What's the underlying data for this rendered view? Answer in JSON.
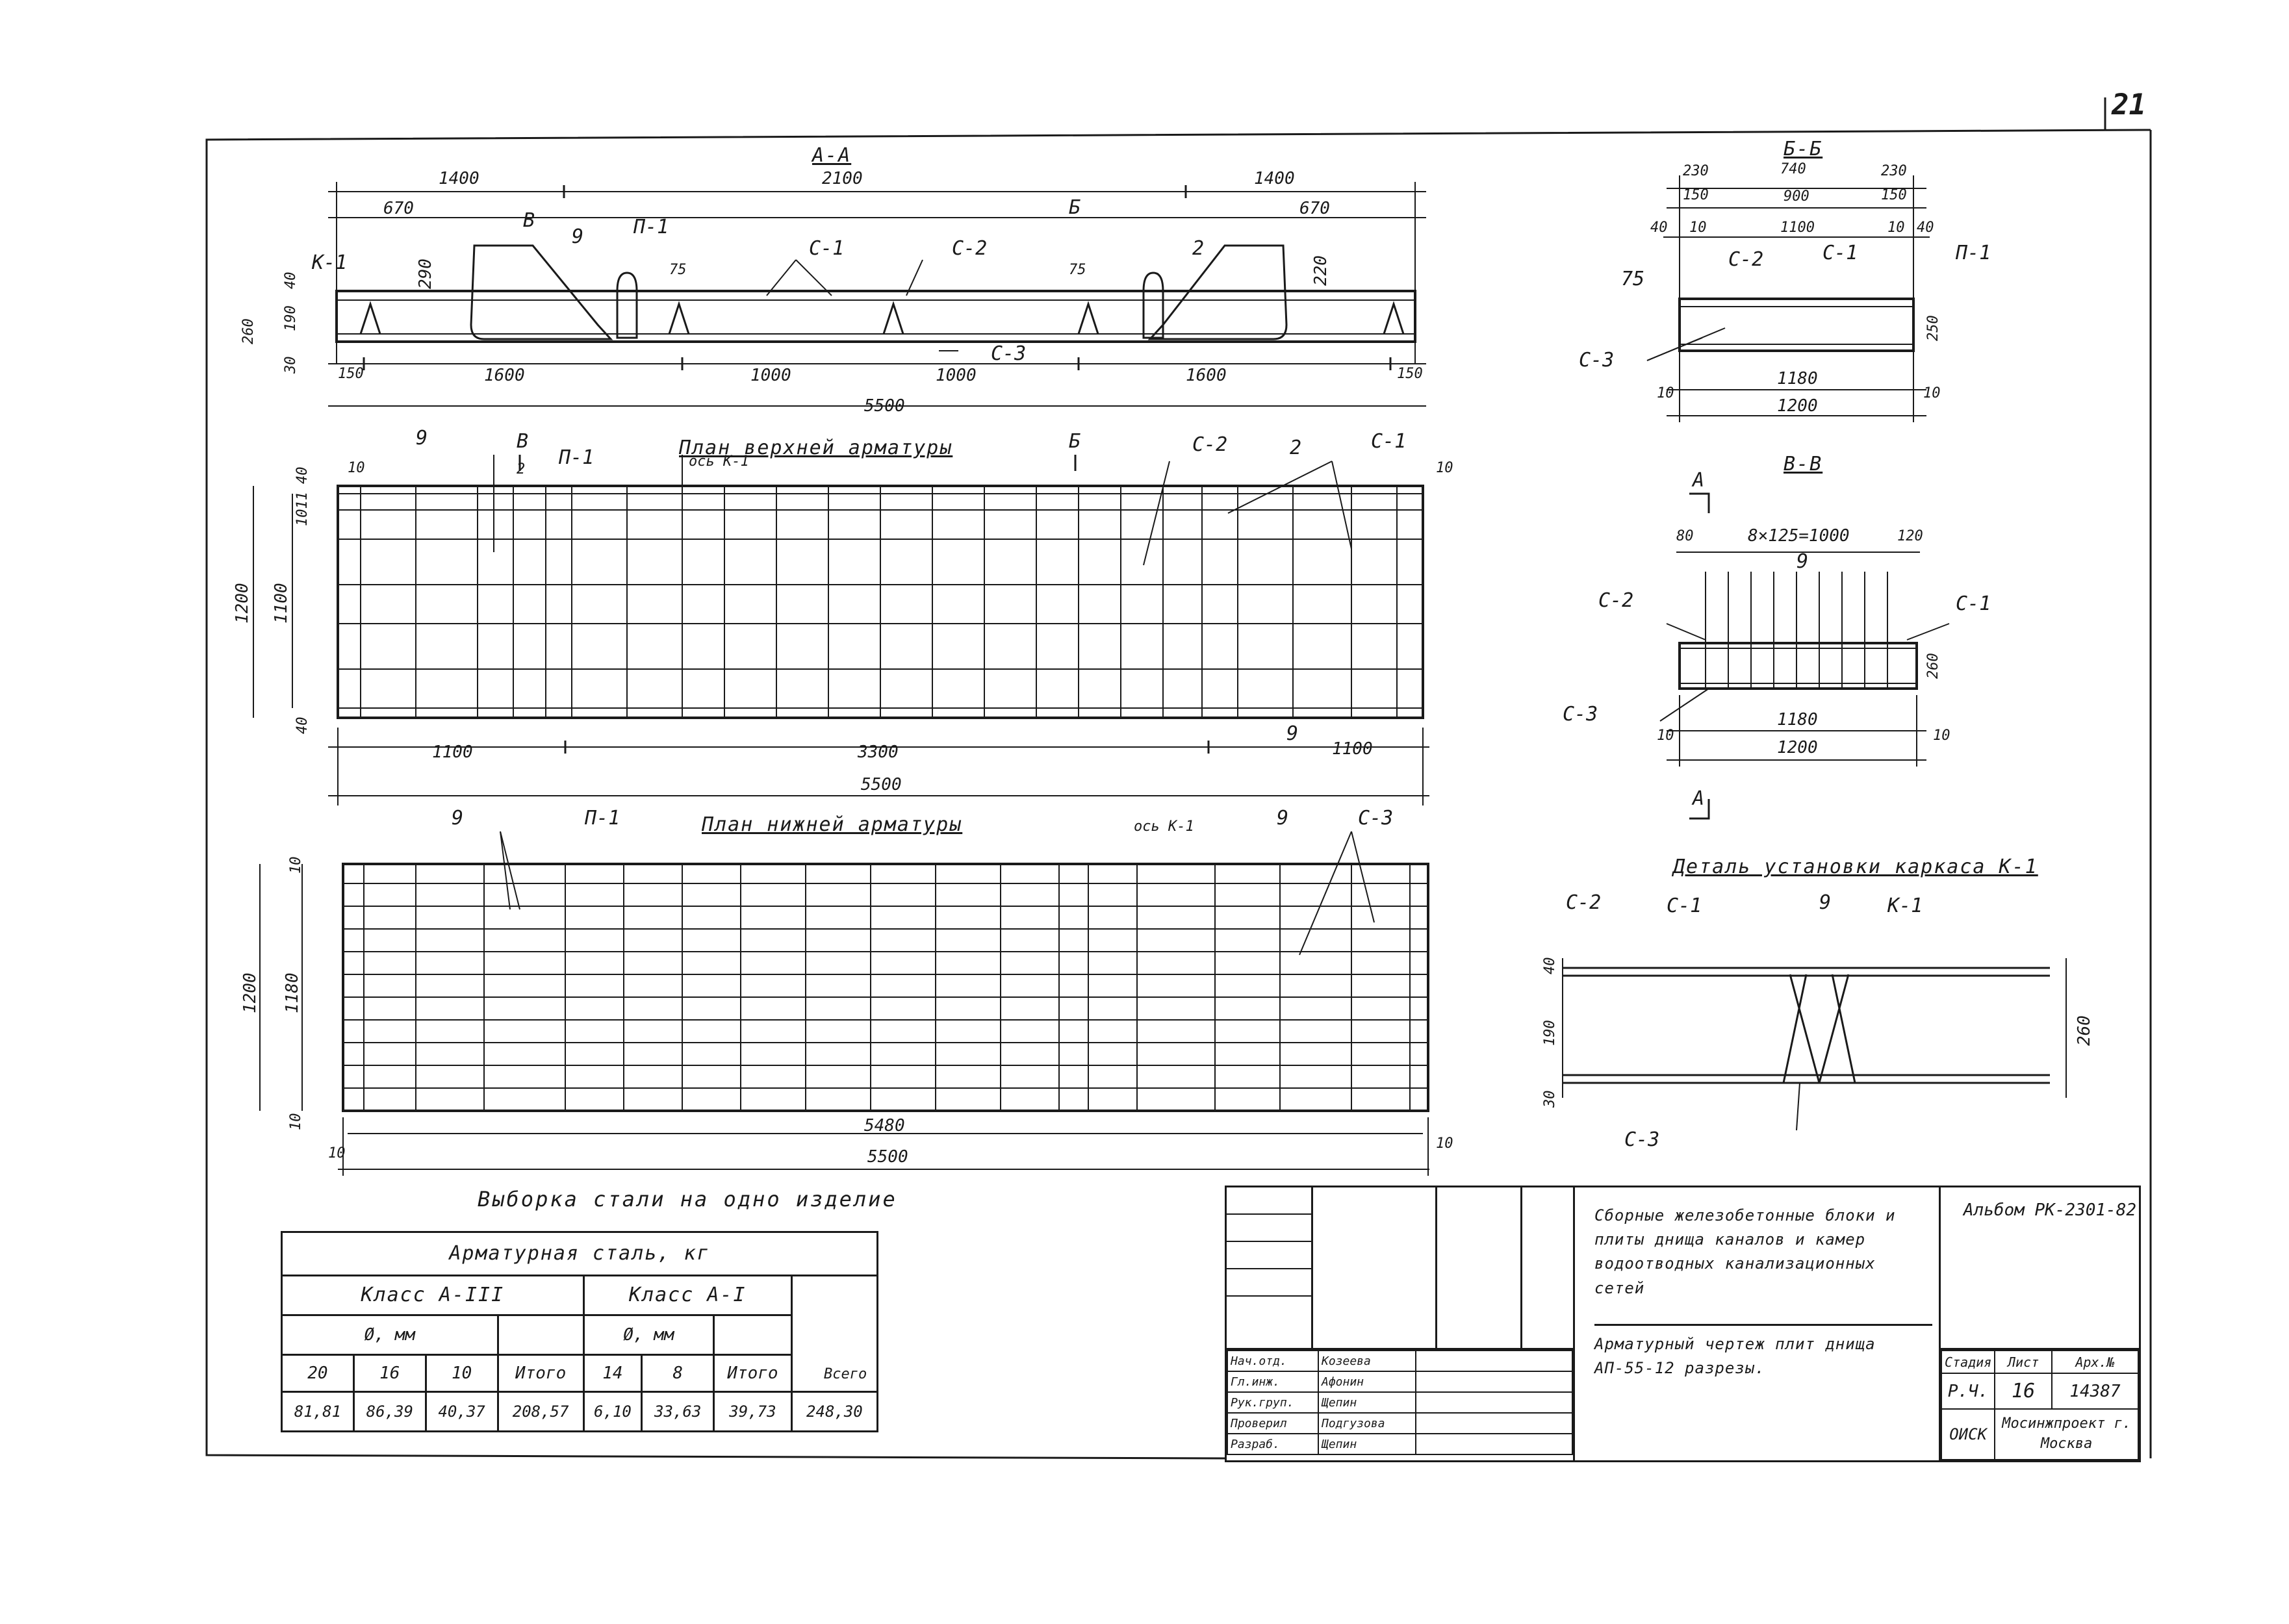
{
  "sheet": {
    "page_number": "21"
  },
  "section_aa": {
    "title": "А-А",
    "dims_top": [
      "1400",
      "2100",
      "1400"
    ],
    "dims_second": [
      "670",
      "670"
    ],
    "dims_bottom": [
      "150",
      "1600",
      "1000",
      "1000",
      "1600",
      "150"
    ],
    "total": "5500",
    "height_dims": [
      "40",
      "190",
      "30",
      "260"
    ],
    "inner_dims": [
      "290",
      "220",
      "75",
      "75"
    ],
    "cut_marks": [
      "В",
      "Б"
    ],
    "labels": [
      "К-1",
      "9",
      "П-1",
      "С-1",
      "С-2",
      "2",
      "С-3"
    ]
  },
  "plan_top": {
    "title": "План верхней арматуры",
    "axis": "ось К-1",
    "side_dims": [
      "1200",
      "1100",
      "1011",
      "40",
      "40",
      "10",
      "10"
    ],
    "bottom_dims": [
      "1100",
      "3300",
      "1100"
    ],
    "total": "5500",
    "labels": [
      "9",
      "В",
      "2",
      "П-1",
      "Б",
      "С-2",
      "2",
      "С-1",
      "9"
    ]
  },
  "plan_bottom": {
    "title": "План нижней арматуры",
    "axis": "ось К-1",
    "side_dims": [
      "1200",
      "1180",
      "10",
      "10"
    ],
    "inner_total": "5480",
    "total": "5500",
    "edge_dims": [
      "10",
      "10"
    ],
    "labels": [
      "9",
      "П-1",
      "9",
      "С-3"
    ]
  },
  "section_bb": {
    "title": "Б-Б",
    "dims_row1": [
      "230",
      "740",
      "230"
    ],
    "dims_row2": [
      "150",
      "900",
      "150"
    ],
    "dims_row3": [
      "40",
      "10",
      "1100",
      "10",
      "40"
    ],
    "dims_side": [
      "75",
      "250"
    ],
    "bottom_inner": "1180",
    "bottom_total": "1200",
    "bottom_edges": [
      "10",
      "10"
    ],
    "labels": [
      "С-2",
      "С-1",
      "П-1",
      "С-3"
    ]
  },
  "section_vv": {
    "title": "В-В",
    "cut": "А",
    "spacing": "8×125=1000",
    "edge_dims": [
      "80",
      "120"
    ],
    "height": "260",
    "bottom_inner": "1180",
    "bottom_total": "1200",
    "bottom_edges": [
      "10",
      "10"
    ],
    "labels": [
      "9",
      "С-2",
      "С-1",
      "С-3"
    ]
  },
  "detail_k1": {
    "title": "Деталь установки каркаса К-1",
    "labels": [
      "С-2",
      "С-1",
      "9",
      "К-1",
      "С-3"
    ],
    "dims": [
      "40",
      "190",
      "30",
      "260"
    ]
  },
  "steel_table": {
    "caption": "Выборка стали на одно изделие",
    "header": "Арматурная сталь, кг",
    "class_a3": "Класс А-III",
    "class_a1": "Класс А-I",
    "diam_a3": "Ø, мм",
    "diam_a1": "Ø, мм",
    "total_label": "Всего",
    "cols": [
      "20",
      "16",
      "10",
      "Итого",
      "14",
      "8",
      "Итого",
      "Всего"
    ],
    "values": [
      "81,81",
      "86,39",
      "40,37",
      "208,57",
      "6,10",
      "33,63",
      "39,73",
      "248,30"
    ]
  },
  "title_block": {
    "album": "Альбом РК-2301-82",
    "project_title": "Сборные железобетонные блоки и плиты днища каналов и камер водоотводных канализационных сетей",
    "drawing_title": "Арматурный чертеж плит днища АП-55-12 разрезы.",
    "stage_label": "Стадия",
    "sheet_label": "Лист",
    "archive_label": "Арх.№",
    "stage": "Р.Ч.",
    "sheet": "16",
    "archive": "14387",
    "department": "ОИСК",
    "org": "Мосинжпроект г. Москва",
    "roles": [
      {
        "role": "Нач.отд.",
        "name": "Козеева"
      },
      {
        "role": "Гл.инж.",
        "name": "Афонин"
      },
      {
        "role": "Рук.груп.",
        "name": "Щепин"
      },
      {
        "role": "Проверил",
        "name": "Подгузова"
      },
      {
        "role": "Разраб.",
        "name": "Щепин"
      }
    ]
  },
  "colors": {
    "ink": "#1a1a1a",
    "paper": "#ffffff"
  }
}
